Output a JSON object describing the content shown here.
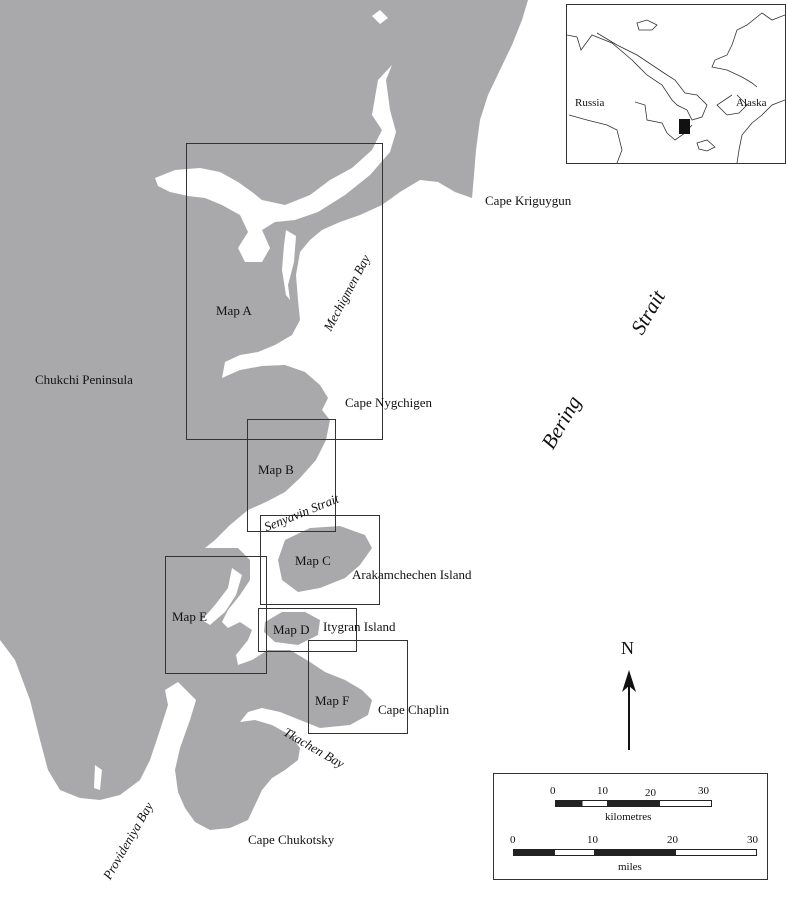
{
  "colors": {
    "land": "#a9a9ab",
    "water": "#ffffff",
    "line": "#333333"
  },
  "labels": {
    "peninsula": "Chukchi Peninsula",
    "cape_kriguygun": "Cape Kriguygun",
    "mechigmen_bay": "Mechigmen Bay",
    "cape_nygchigen": "Cape Nygchigen",
    "bering": "Bering",
    "strait": "Strait",
    "senyavin_strait": "Senyavin Strait",
    "arakamchechen": "Arakamchechen Island",
    "itygran": "Itygran Island",
    "cape_chaplin": "Cape Chaplin",
    "tkachen_bay": "Tkachen Bay",
    "cape_chukotsky": "Cape Chukotsky",
    "provideniya_bay": "Provideniya Bay"
  },
  "map_boxes": {
    "a": "Map A",
    "b": "Map B",
    "c": "Map C",
    "d": "Map D",
    "e": "Map E",
    "f": "Map F"
  },
  "north_arrow": "N",
  "inset": {
    "russia": "Russia",
    "alaska": "Alaska"
  },
  "scale": {
    "km_ticks": [
      "0",
      "10",
      "20",
      "30"
    ],
    "km_unit": "kilometres",
    "mi_ticks": [
      "0",
      "10",
      "20",
      "30"
    ],
    "mi_unit": "miles"
  }
}
